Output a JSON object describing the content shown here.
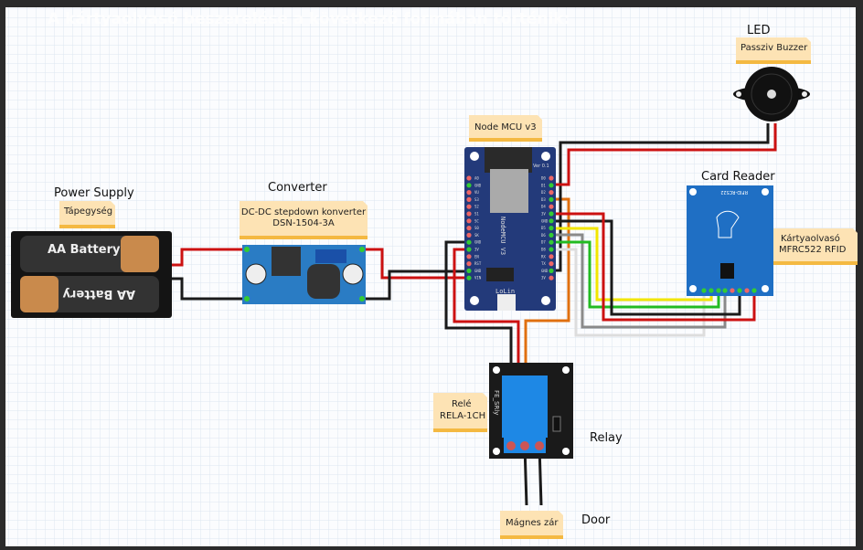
{
  "title": "A kártyaolvasó beszerelése a következő formában történik:",
  "components": {
    "power_supply": {
      "label": "Power Supply",
      "note": "Tápegység",
      "battery_text": "AA Battery"
    },
    "converter": {
      "label": "Converter",
      "note_line1": "DC-DC stepdown konverter",
      "note_line2": "DSN-1504-3A"
    },
    "mcu": {
      "note": "Node MCU v3",
      "board_text": "NodeMCU V3",
      "brand": "LoLin",
      "version": "Ver 0.1",
      "pins_left": [
        "A0",
        "GND",
        "VU",
        "S3",
        "S2",
        "S1",
        "SC",
        "S0",
        "SK",
        "GND",
        "3V",
        "EN",
        "RST",
        "GND",
        "VIN"
      ],
      "pins_right": [
        "D0",
        "D1",
        "D2",
        "D3",
        "D4",
        "3V",
        "GND",
        "D5",
        "D6",
        "D7",
        "D8",
        "RX",
        "TX",
        "GND",
        "3V"
      ]
    },
    "buzzer": {
      "label": "LED",
      "note": "Passziv Buzzer"
    },
    "card_reader": {
      "label": "Card Reader",
      "note_line1": "Kártyaolvasó",
      "note_line2": "MFRC522 RFID",
      "board_text": "RFID-RC522"
    },
    "relay": {
      "label": "Relay",
      "note_line1": "Relé",
      "note_line2": "RELA-1CH",
      "board_text": "FE_SRly"
    },
    "lock": {
      "label": "Door",
      "note": "Mágnes zár"
    }
  },
  "colors": {
    "wire_red": "#cc1111",
    "wire_black": "#1a1a1a",
    "wire_orange": "#e07010",
    "wire_yellow": "#f2e600",
    "wire_green": "#22bb22",
    "wire_gray": "#8a8a8a",
    "wire_white": "#dddddd",
    "board_blue": "#1f6fc4",
    "mcu_navy": "#233a7a",
    "note_bg": "#fde3b4",
    "note_bar": "#f4b942",
    "grid": "#dde6f0"
  }
}
